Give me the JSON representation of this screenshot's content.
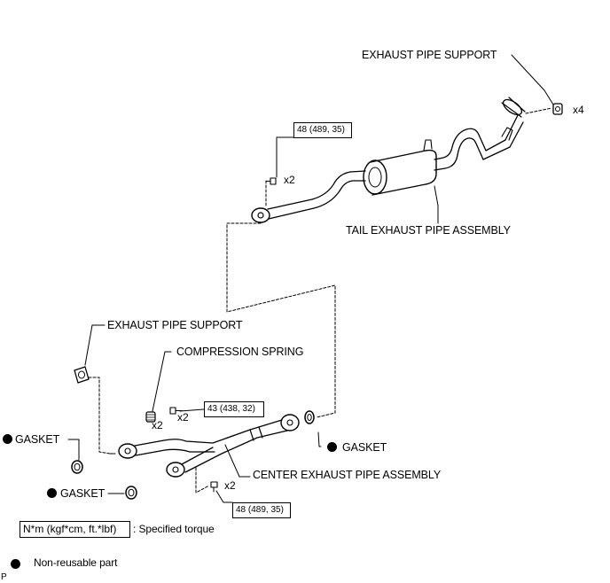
{
  "labels": {
    "exhaust_pipe_support_top": "EXHAUST PIPE SUPPORT",
    "tail_exhaust_pipe_assembly": "TAIL EXHAUST PIPE ASSEMBLY",
    "exhaust_pipe_support_left": "EXHAUST PIPE SUPPORT",
    "compression_spring": "COMPRESSION SPRING",
    "gasket_left_top": "GASKET",
    "gasket_right": "GASKET",
    "gasket_left_bottom": "GASKET",
    "center_exhaust_pipe_assembly": "CENTER EXHAUST PIPE ASSEMBLY"
  },
  "quantities": {
    "support_top": "x4",
    "tail_bolts": "x2",
    "spring": "x2",
    "center_bolts": "x2",
    "lower_bolts": "x2"
  },
  "torques": {
    "tail": "48 (489, 35)",
    "center": "43 (438, 32)",
    "lower": "48 (489, 35)"
  },
  "legend": {
    "torque_box": "N*m (kgf*cm, ft.*lbf)",
    "torque_desc": ": Specified torque",
    "nonreusable_desc": "Non-reusable part"
  },
  "corner_mark": "P",
  "icons": {
    "nonreusable": "filled-circle-icon"
  }
}
